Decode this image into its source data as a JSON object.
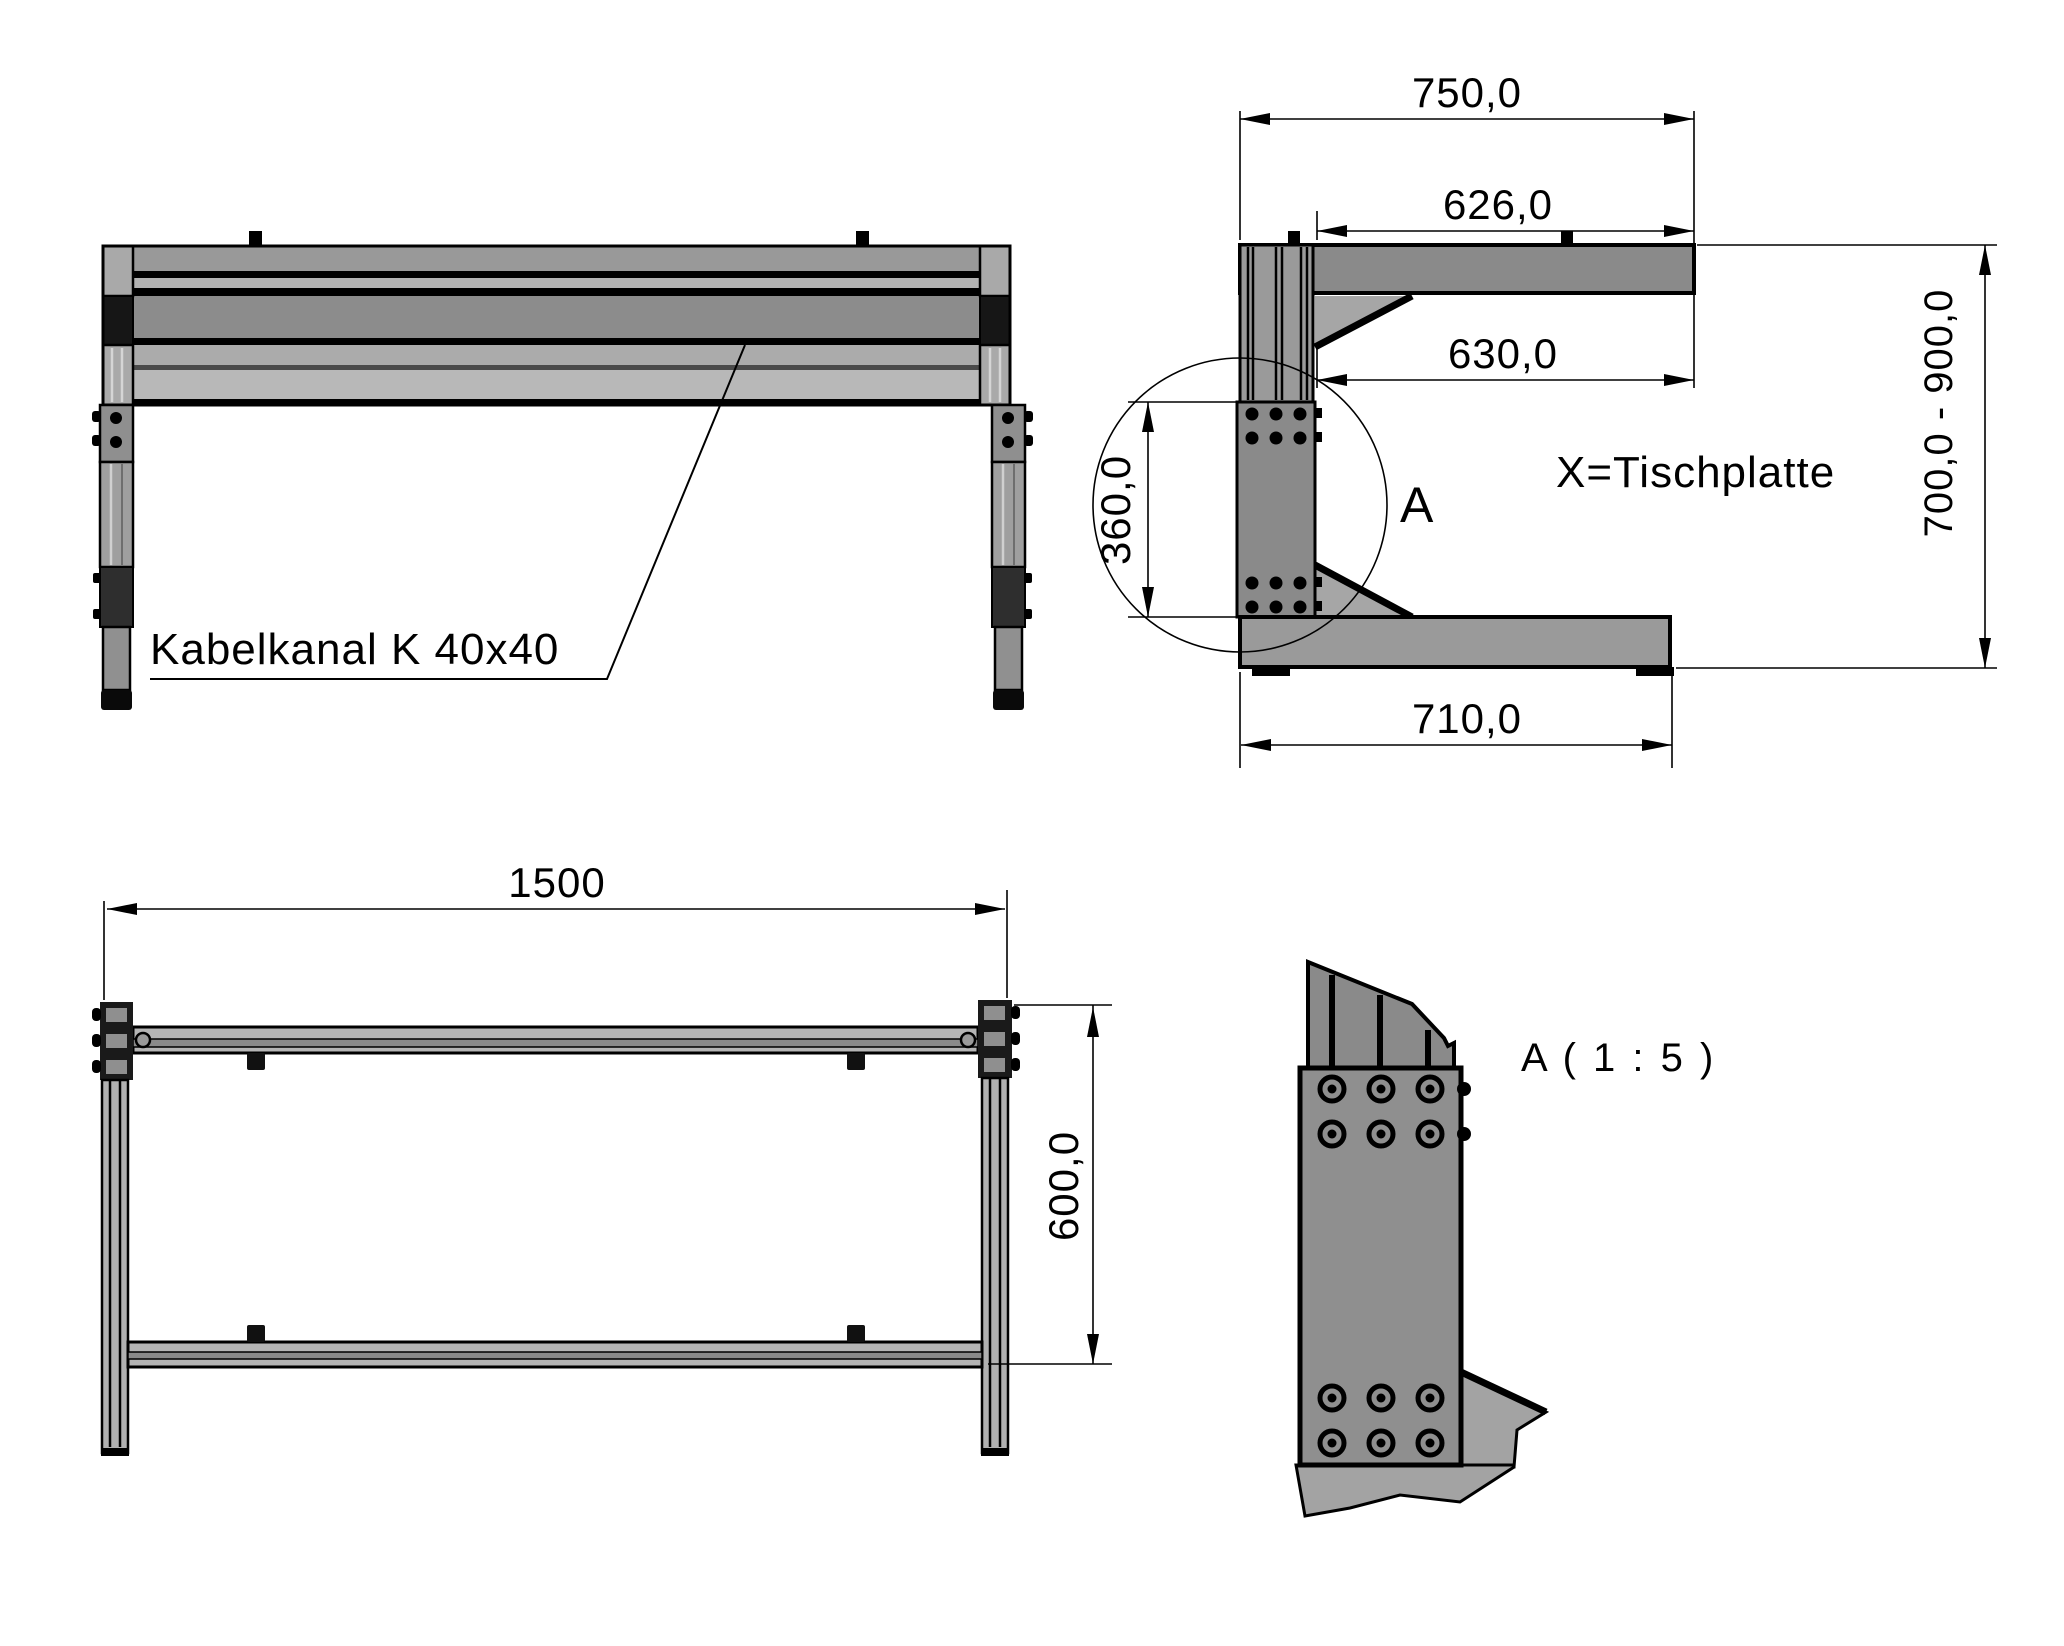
{
  "front_view": {
    "callout_label": "Kabelkanal K 40x40"
  },
  "side_view": {
    "note": "X=Tischplatte",
    "detail_marker": "A",
    "dims": {
      "overall_depth": "750,0",
      "top_inset": "626,0",
      "arm_clearance": "630,0",
      "plate_height": "360,0",
      "foot_depth": "710,0",
      "height_range": "700,0 - 900,0"
    }
  },
  "top_view": {
    "dims": {
      "width": "1500",
      "depth": "600,0"
    }
  },
  "detail_view": {
    "title": "A ( 1 : 5 )"
  },
  "colors": {
    "line": "#000000",
    "metal_mid": "#8a8a8a",
    "metal_light": "#b5b5b5",
    "metal_dark": "#2e2e2e",
    "gusset": "#a6a6a6",
    "background": "#ffffff"
  }
}
